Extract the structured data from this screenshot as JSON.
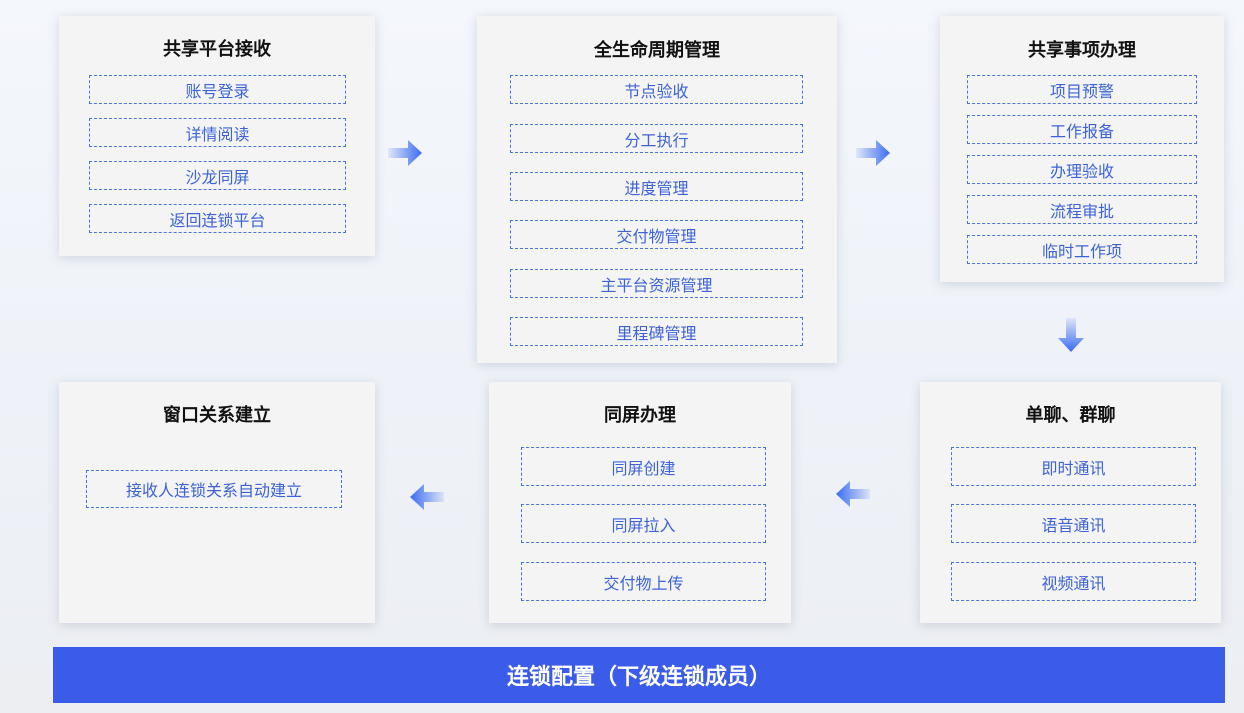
{
  "cards": {
    "receive": {
      "title": "共享平台接收",
      "items": [
        "账号登录",
        "详情阅读",
        "沙龙同屏",
        "返回连锁平台"
      ]
    },
    "lifecycle": {
      "title": "全生命周期管理",
      "items": [
        "节点验收",
        "分工执行",
        "进度管理",
        "交付物管理",
        "主平台资源管理",
        "里程碑管理"
      ]
    },
    "shared_matters": {
      "title": "共享事项办理",
      "items": [
        "项目预警",
        "工作报备",
        "办理验收",
        "流程审批",
        "临时工作项"
      ]
    },
    "window_relation": {
      "title": "窗口关系建立",
      "items": [
        "接收人连锁关系自动建立"
      ]
    },
    "same_screen": {
      "title": "同屏办理",
      "items": [
        "同屏创建",
        "同屏拉入",
        "交付物上传"
      ]
    },
    "chat": {
      "title": "单聊、群聊",
      "items": [
        "即时通讯",
        "语音通讯",
        "视频通讯"
      ]
    }
  },
  "footer": {
    "label": "连锁配置（下级连锁成员）"
  },
  "colors": {
    "accent": "#3b5ce8",
    "item_text": "#3d63d6",
    "item_border": "#4a72e0"
  },
  "icons": [
    "arrow-right-icon",
    "arrow-down-icon",
    "arrow-left-icon"
  ]
}
